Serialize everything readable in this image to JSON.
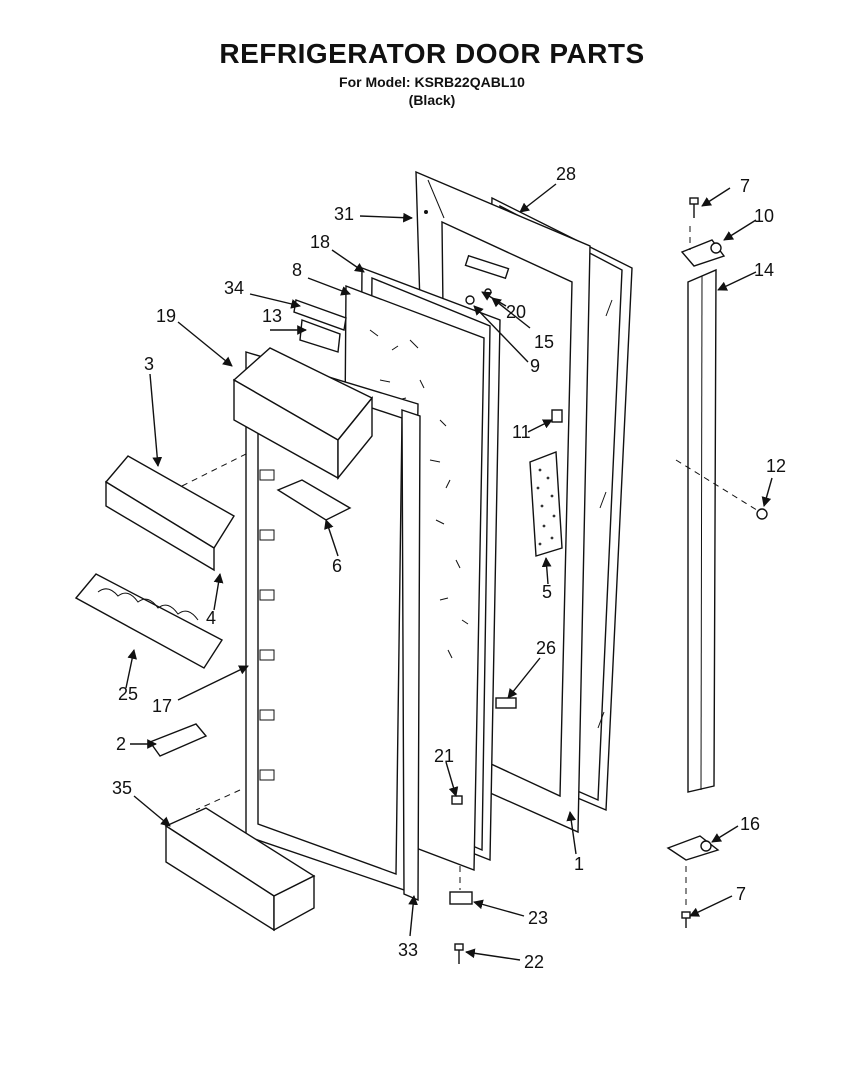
{
  "header": {
    "title": "REFRIGERATOR DOOR PARTS",
    "subtitle": "For Model: KSRB22QABL10",
    "variant": "(Black)"
  },
  "callouts": [
    "28",
    "7",
    "31",
    "10",
    "18",
    "14",
    "8",
    "34",
    "20",
    "19",
    "13",
    "15",
    "9",
    "3",
    "11",
    "12",
    "6",
    "5",
    "4",
    "26",
    "25",
    "17",
    "2",
    "21",
    "35",
    "16",
    "1",
    "7",
    "23",
    "33",
    "22"
  ]
}
